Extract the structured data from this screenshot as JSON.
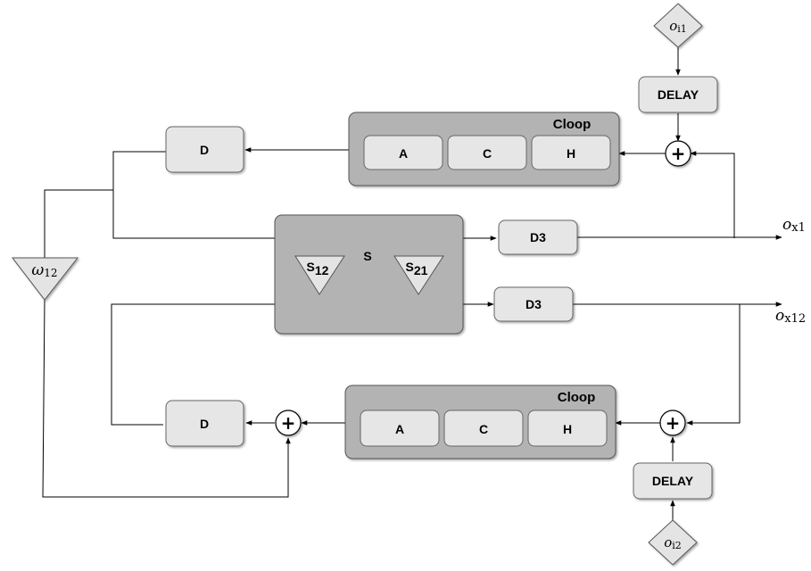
{
  "diagram": {
    "upper": {
      "input": {
        "symbol": "o",
        "sub": "i1"
      },
      "delay_label": "DELAY",
      "d_label": "D",
      "cloop": {
        "title": "Cloop",
        "blocks": [
          "A",
          "C",
          "H"
        ]
      },
      "d3_label": "D3",
      "output": {
        "symbol": "o",
        "sub": "x1"
      }
    },
    "coupling": {
      "title": "S",
      "s12": {
        "main": "S",
        "sub": "12"
      },
      "s21": {
        "main": "S",
        "sub": "21"
      }
    },
    "gain": {
      "symbol": "ω",
      "sub": "12"
    },
    "lower": {
      "d3_label": "D3",
      "output": {
        "symbol": "o",
        "sub": "x12"
      },
      "d_label": "D",
      "cloop": {
        "title": "Cloop",
        "blocks": [
          "A",
          "C",
          "H"
        ]
      },
      "delay_label": "DELAY",
      "input": {
        "symbol": "o",
        "sub": "i2"
      }
    },
    "sum_symbol": "+"
  }
}
